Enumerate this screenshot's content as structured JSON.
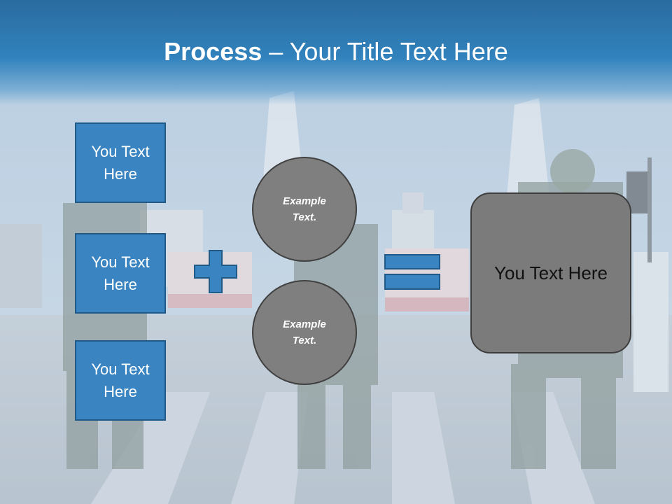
{
  "slide": {
    "title_bold": "Process",
    "title_dash": " – ",
    "title_rest": "Your Title Text Here"
  },
  "left_boxes": [
    {
      "label": "You Text Here"
    },
    {
      "label": "You Text Here"
    },
    {
      "label": "You Text Here"
    }
  ],
  "circles": [
    {
      "label": "Example Text."
    },
    {
      "label": "Example Text."
    }
  ],
  "result_box": {
    "label": "You Text Here"
  },
  "operators": {
    "plus_icon": "plus-icon",
    "equals_icon": "equals-icon"
  },
  "colors": {
    "title_bar": "#3182bd",
    "box_fill": "#3a85c1",
    "box_border": "#1f5a88",
    "circle_fill": "#7f7f7f",
    "result_fill": "#7b7b7b"
  }
}
